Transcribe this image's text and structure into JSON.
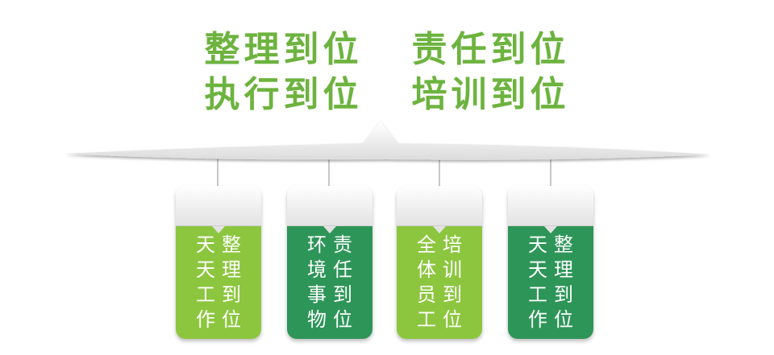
{
  "headline": {
    "line1": "整理到位   责任到位",
    "line2": "执行到位   培训到位",
    "color": "#6db33f"
  },
  "colors": {
    "light_green": "#8cc63f",
    "dark_green": "#2e9558"
  },
  "cards": [
    {
      "chars": [
        "天",
        "整",
        "天",
        "理",
        "工",
        "到",
        "作",
        "位"
      ],
      "color": "#8cc63f"
    },
    {
      "chars": [
        "环",
        "责",
        "境",
        "任",
        "事",
        "到",
        "物",
        "位"
      ],
      "color": "#2e9558"
    },
    {
      "chars": [
        "全",
        "培",
        "体",
        "训",
        "员",
        "到",
        "工",
        "位"
      ],
      "color": "#8cc63f"
    },
    {
      "chars": [
        "天",
        "整",
        "天",
        "理",
        "工",
        "到",
        "作",
        "位"
      ],
      "color": "#2e9558"
    }
  ]
}
